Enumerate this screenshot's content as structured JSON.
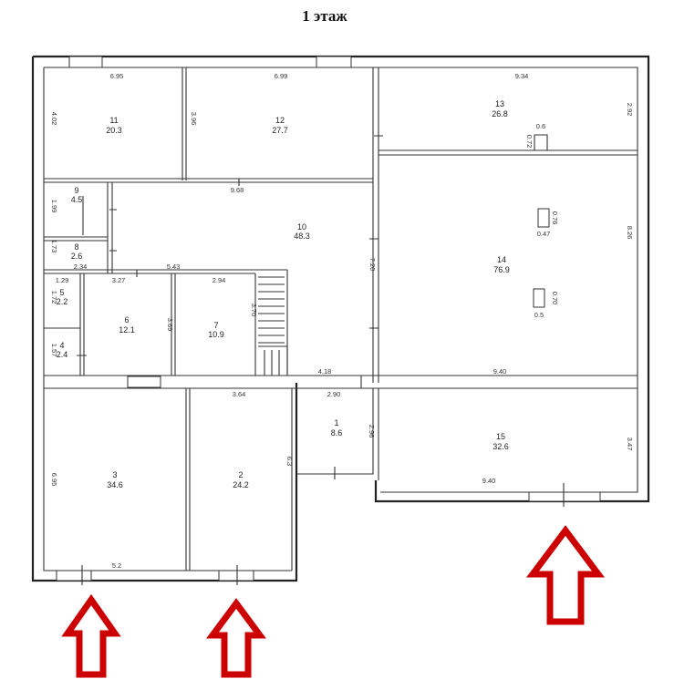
{
  "title": "1 этаж",
  "rooms": [
    {
      "num": "11",
      "area": "20.3"
    },
    {
      "num": "12",
      "area": "27.7"
    },
    {
      "num": "13",
      "area": "26.8"
    },
    {
      "num": "9",
      "area": "4.5"
    },
    {
      "num": "10",
      "area": "48.3"
    },
    {
      "num": "14",
      "area": "76.9"
    },
    {
      "num": "8",
      "area": "2.6"
    },
    {
      "num": "5",
      "area": "2.2"
    },
    {
      "num": "6",
      "area": "12.1"
    },
    {
      "num": "7",
      "area": "10.9"
    },
    {
      "num": "4",
      "area": "2.4"
    },
    {
      "num": "1",
      "area": "8.6"
    },
    {
      "num": "15",
      "area": "32.6"
    },
    {
      "num": "3",
      "area": "34.6"
    },
    {
      "num": "2",
      "area": "24.2"
    }
  ],
  "dimensions": [
    "6.95",
    "6.99",
    "9.34",
    "4.02",
    "3.96",
    "2.92",
    "0.6",
    "0.72",
    "9.68",
    "1.99",
    "0.76",
    "0.47",
    "8.26",
    "1.73",
    "2.34",
    "7.20",
    "1.29",
    "3.27",
    "5.43",
    "2.94",
    "1.72",
    "0.70",
    "0.5",
    "3.69",
    "3.70",
    "1.57",
    "4.18",
    "9.40",
    "3.64",
    "2.90",
    "2.96",
    "3.47",
    "6.95",
    "6.3",
    "9.40",
    "5.2"
  ]
}
